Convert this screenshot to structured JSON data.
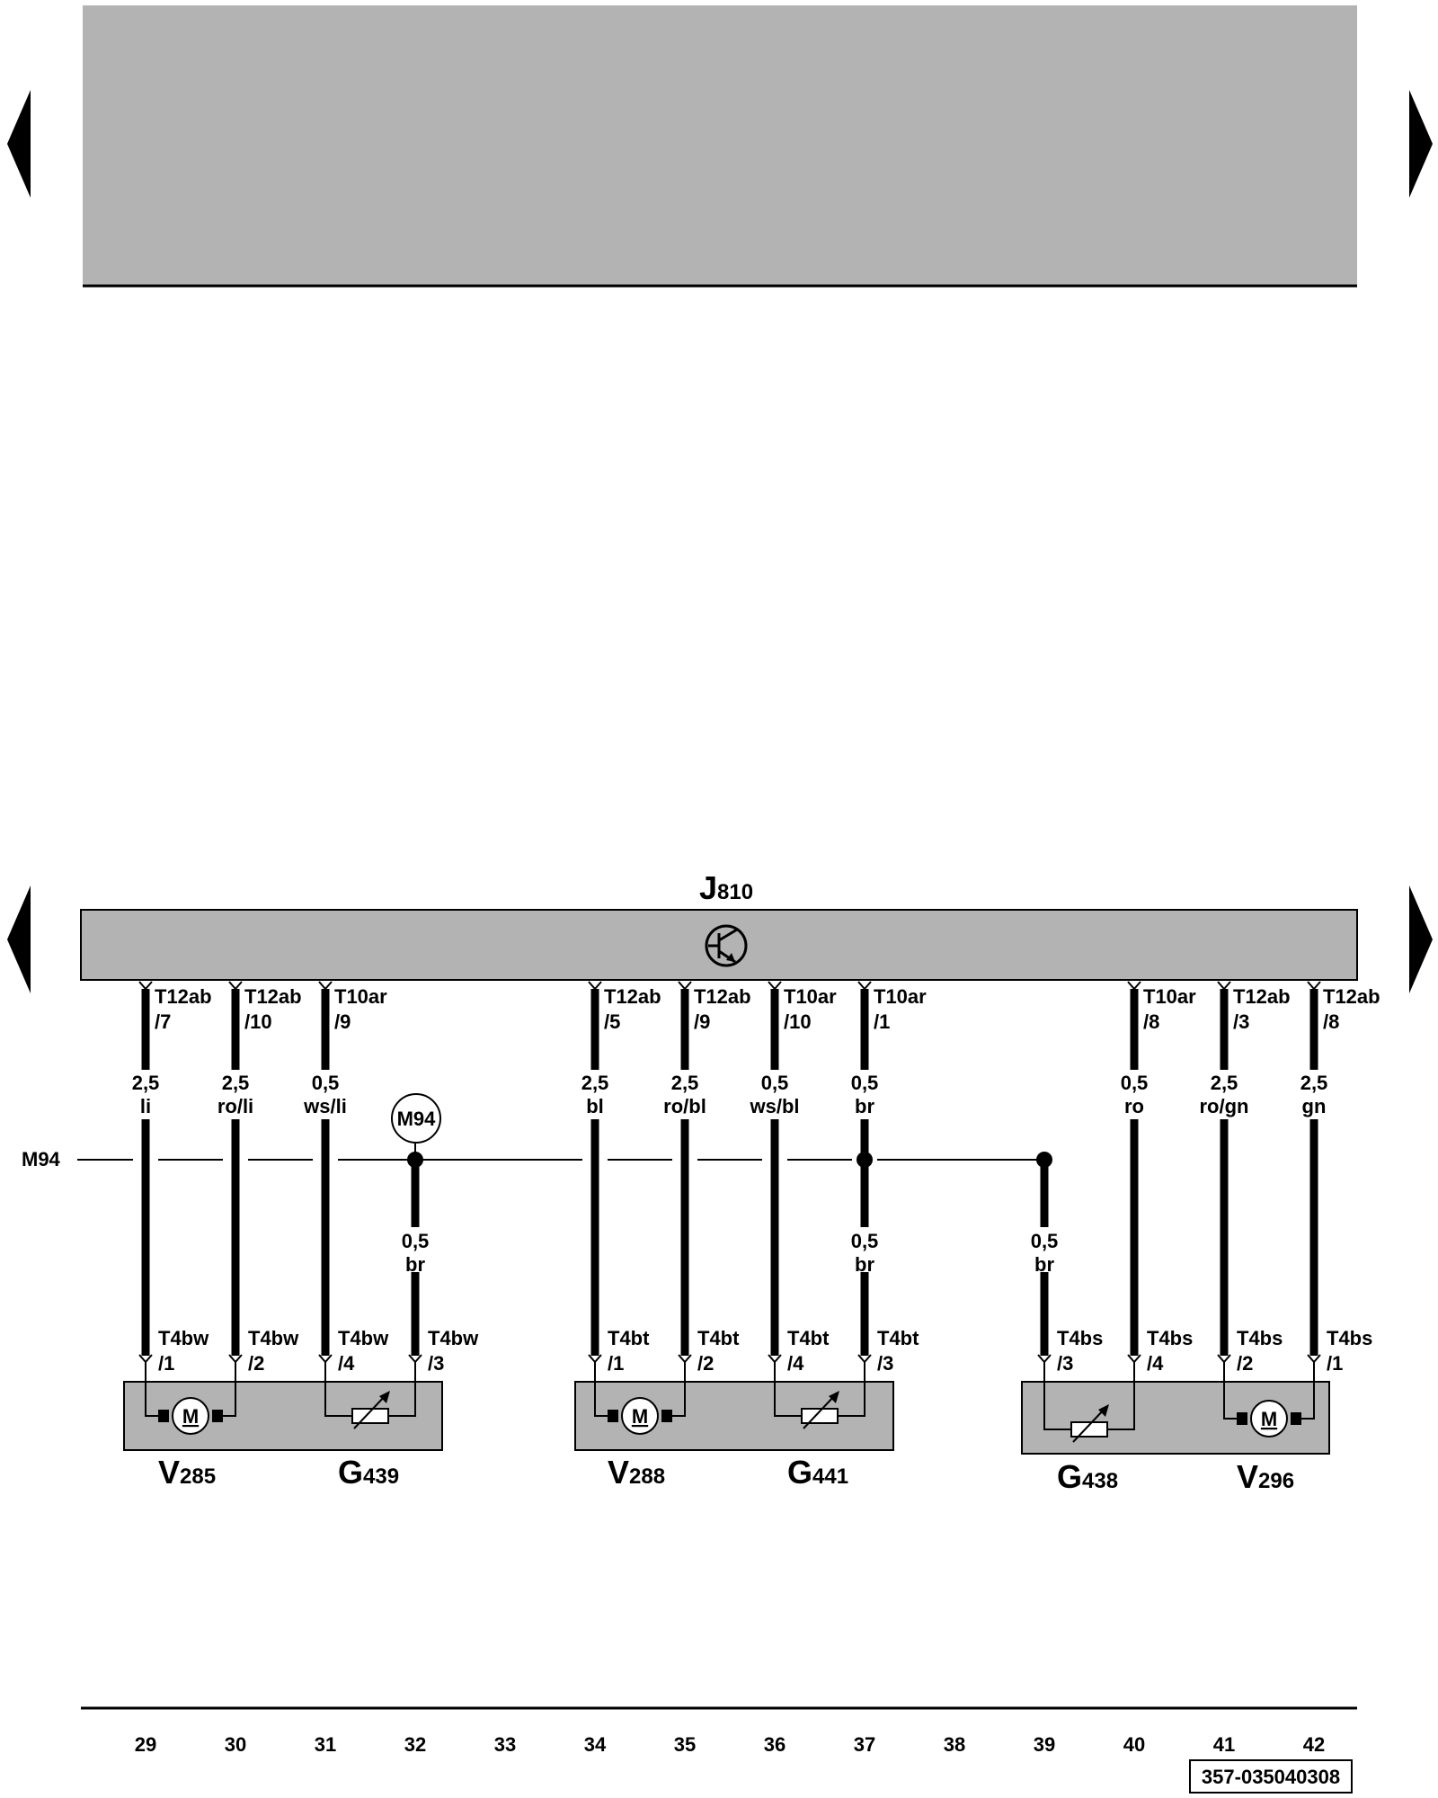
{
  "header_panel_color": "#b3b3b3",
  "component_fill": "#b3b3b3",
  "module": {
    "letter": "J",
    "number": "810",
    "icon": "transistor-icon"
  },
  "connectors": [
    {
      "name": "T12ab",
      "pin": "/7",
      "col": 29
    },
    {
      "name": "T12ab",
      "pin": "/10",
      "col": 30
    },
    {
      "name": "T10ar",
      "pin": "/9",
      "col": 31
    },
    {
      "name": "T12ab",
      "pin": "/5",
      "col": 34
    },
    {
      "name": "T12ab",
      "pin": "/9",
      "col": 35
    },
    {
      "name": "T10ar",
      "pin": "/10",
      "col": 36
    },
    {
      "name": "T10ar",
      "pin": "/1",
      "col": 37
    },
    {
      "name": "T10ar",
      "pin": "/8",
      "col": 40
    },
    {
      "name": "T12ab",
      "pin": "/3",
      "col": 41
    },
    {
      "name": "T12ab",
      "pin": "/8",
      "col": 42
    }
  ],
  "upper_wires": [
    {
      "size": "2,5",
      "color": "li",
      "col": 29
    },
    {
      "size": "2,5",
      "color": "ro/li",
      "col": 30
    },
    {
      "size": "0,5",
      "color": "ws/li",
      "col": 31
    },
    {
      "size": "2,5",
      "color": "bl",
      "col": 34
    },
    {
      "size": "2,5",
      "color": "ro/bl",
      "col": 35
    },
    {
      "size": "0,5",
      "color": "ws/bl",
      "col": 36
    },
    {
      "size": "0,5",
      "color": "br",
      "col": 37
    },
    {
      "size": "0,5",
      "color": "ro",
      "col": 40
    },
    {
      "size": "2,5",
      "color": "ro/gn",
      "col": 41
    },
    {
      "size": "2,5",
      "color": "gn",
      "col": 42
    }
  ],
  "ground_line": {
    "label": "M94",
    "symbol_label": "M94"
  },
  "lower_wires": [
    {
      "size": "0,5",
      "color": "br",
      "col": 32
    },
    {
      "size": "0,5",
      "color": "br",
      "col": 37
    },
    {
      "size": "0,5",
      "color": "br",
      "col": 39
    }
  ],
  "component_pins": [
    {
      "name": "T4bw",
      "pin": "/1",
      "col": 29
    },
    {
      "name": "T4bw",
      "pin": "/2",
      "col": 30
    },
    {
      "name": "T4bw",
      "pin": "/4",
      "col": 31
    },
    {
      "name": "T4bw",
      "pin": "/3",
      "col": 32
    },
    {
      "name": "T4bt",
      "pin": "/1",
      "col": 34
    },
    {
      "name": "T4bt",
      "pin": "/2",
      "col": 35
    },
    {
      "name": "T4bt",
      "pin": "/4",
      "col": 36
    },
    {
      "name": "T4bt",
      "pin": "/3",
      "col": 37
    },
    {
      "name": "T4bs",
      "pin": "/3",
      "col": 39
    },
    {
      "name": "T4bs",
      "pin": "/4",
      "col": 40
    },
    {
      "name": "T4bs",
      "pin": "/2",
      "col": 41
    },
    {
      "name": "T4bs",
      "pin": "/1",
      "col": 42
    }
  ],
  "motor_symbol_label": "M",
  "components": [
    {
      "letter": "V",
      "number": "285",
      "kind": "motor",
      "cols": [
        29,
        30
      ]
    },
    {
      "letter": "G",
      "number": "439",
      "kind": "sensor",
      "cols": [
        31,
        32
      ]
    },
    {
      "letter": "V",
      "number": "288",
      "kind": "motor",
      "cols": [
        34,
        35
      ]
    },
    {
      "letter": "G",
      "number": "441",
      "kind": "sensor",
      "cols": [
        36,
        37
      ]
    },
    {
      "letter": "G",
      "number": "438",
      "kind": "sensor",
      "cols": [
        39,
        40
      ]
    },
    {
      "letter": "V",
      "number": "296",
      "kind": "motor",
      "cols": [
        41,
        42
      ]
    }
  ],
  "column_numbers": [
    "29",
    "30",
    "31",
    "32",
    "33",
    "34",
    "35",
    "36",
    "37",
    "38",
    "39",
    "40",
    "41",
    "42"
  ],
  "drawing_number": "357-035040308",
  "nav_icons": [
    "prev-page-arrow-icon",
    "next-page-arrow-icon"
  ]
}
